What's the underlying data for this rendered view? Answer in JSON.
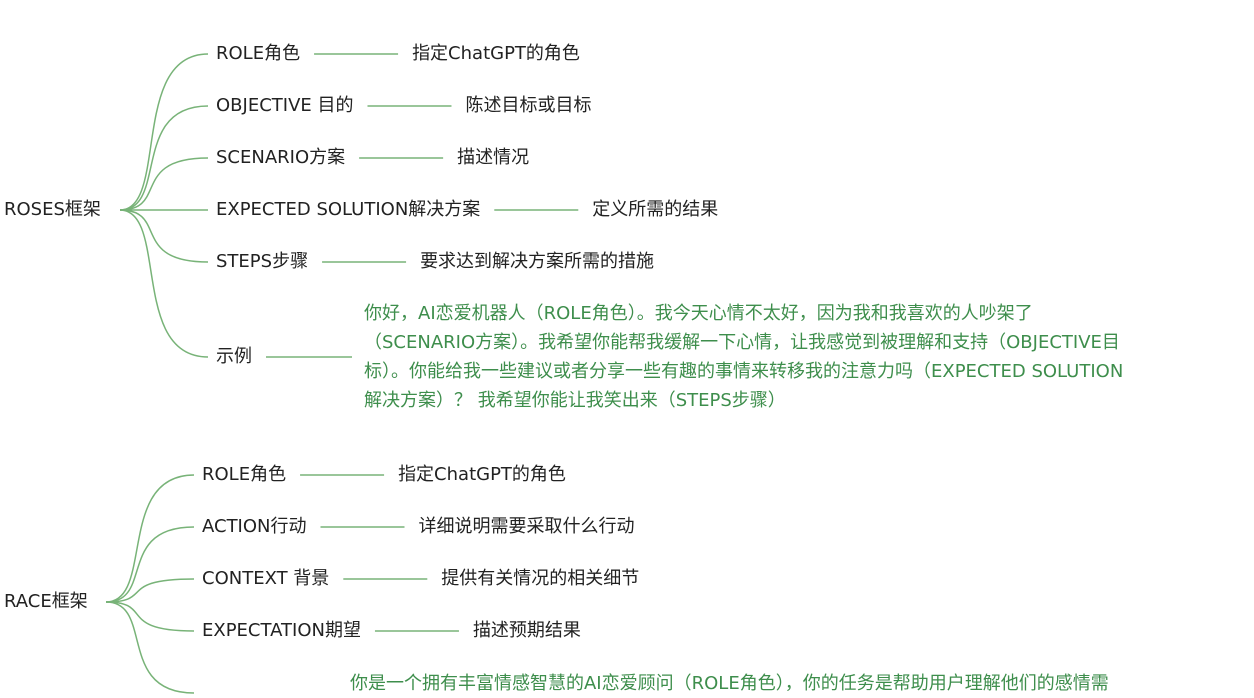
{
  "colors": {
    "line": "#78b378",
    "example_text": "#3e8e4c",
    "text": "#222222"
  },
  "frameworks": [
    {
      "name": "ROSES框架",
      "branches": [
        {
          "label": "ROLE角色",
          "desc": "指定ChatGPT的角色"
        },
        {
          "label": "OBJECTIVE 目的",
          "desc": "陈述目标或目标"
        },
        {
          "label": "SCENARIO方案",
          "desc": "描述情况"
        },
        {
          "label": "EXPECTED SOLUTION解决方案",
          "desc": "定义所需的结果"
        },
        {
          "label": "STEPS步骤",
          "desc": "要求达到解决方案所需的措施"
        },
        {
          "label": "示例",
          "example_lines": [
            "你好，AI恋爱机器人（ROLE角色）。我今天心情不太好，因为我和我喜欢的人吵架了",
            "（SCENARIO方案）。我希望你能帮我缓解一下心情，让我感觉到被理解和支持（OBJECTIVE目",
            "标）。你能给我一些建议或者分享一些有趣的事情来转移我的注意力吗（EXPECTED SOLUTION",
            "解决方案）？ 我希望你能让我笑出来（STEPS步骤）"
          ]
        }
      ]
    },
    {
      "name": "RACE框架",
      "branches": [
        {
          "label": "ROLE角色",
          "desc": "指定ChatGPT的角色"
        },
        {
          "label": "ACTION行动",
          "desc": "详细说明需要采取什么行动"
        },
        {
          "label": "CONTEXT 背景",
          "desc": "提供有关情况的相关细节"
        },
        {
          "label": "EXPECTATION期望",
          "desc": "描述预期结果"
        },
        {
          "label": "",
          "example_lines": [
            "你是一个拥有丰富情感智慧的AI恋爱顾问（ROLE角色），你的任务是帮助用户理解他们的感情需"
          ]
        }
      ]
    }
  ]
}
